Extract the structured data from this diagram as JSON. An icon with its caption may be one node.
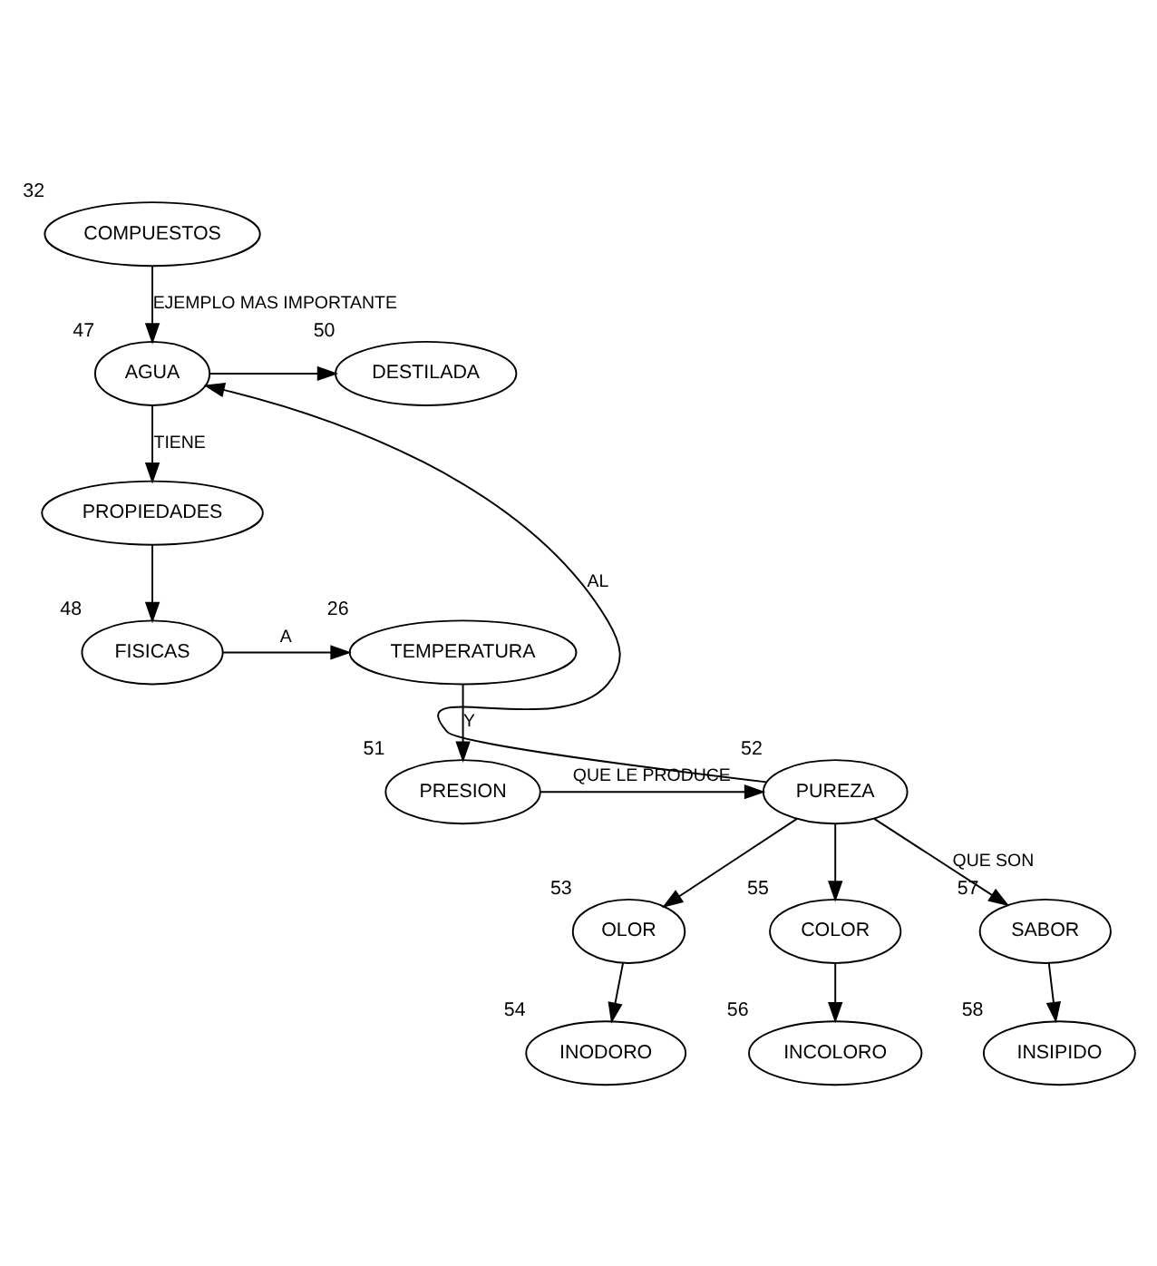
{
  "diagram": {
    "nodes": [
      {
        "text": [
          "COMPUESTOS"
        ],
        "beside": [
          "32"
        ]
      },
      {
        "text": [
          "AGUA"
        ],
        "beside": [
          "47"
        ]
      },
      {
        "text": [
          "DESTILADA"
        ],
        "beside": [
          "50"
        ]
      },
      {
        "text": [
          "PROPIEDADES"
        ]
      },
      {
        "text": [
          "FISICAS"
        ],
        "beside": [
          "48"
        ]
      },
      {
        "text": [
          "TEMPERATURA"
        ],
        "beside": [
          "26"
        ]
      },
      {
        "text": [
          "PRESION"
        ],
        "beside": [
          "51"
        ]
      },
      {
        "text": [
          "PUREZA"
        ],
        "beside": [
          "52"
        ]
      },
      {
        "text": [
          "OLOR"
        ],
        "beside": [
          "53"
        ]
      },
      {
        "text": [
          "COLOR"
        ],
        "beside": [
          "55"
        ]
      },
      {
        "text": [
          "SABOR"
        ],
        "beside": [
          "57"
        ]
      },
      {
        "text": [
          "INODORO"
        ],
        "beside": [
          "54"
        ]
      },
      {
        "text": [
          "INCOLORO"
        ],
        "beside": [
          "56"
        ]
      },
      {
        "text": [
          "INSIPIDO"
        ],
        "beside": [
          "58"
        ]
      }
    ],
    "edges": [
      {
        "from": 0,
        "to": 1,
        "arrow": "to",
        "label": "EJEMPLO MAS IMPORTANTE"
      },
      {
        "from": 1,
        "to": 2,
        "arrow": "to"
      },
      {
        "from": 1,
        "to": 3,
        "arrow": "to",
        "label": "TIENE"
      },
      {
        "from": 3,
        "to": 4,
        "arrow": "to"
      },
      {
        "from": 4,
        "to": 5,
        "arrow": "to",
        "label": "A"
      },
      {
        "from": 5,
        "to": 6,
        "arrow": "to",
        "label": "Y"
      },
      {
        "from": 6,
        "to": 7,
        "arrow": "to",
        "label": "QUE LE PRODUCE"
      },
      {
        "from": 7,
        "to": 1,
        "arrow": "to",
        "label": "AL"
      },
      {
        "from": 7,
        "to": 8,
        "arrow": "to"
      },
      {
        "from": 7,
        "to": 9,
        "arrow": "to"
      },
      {
        "from": 7,
        "to": 10,
        "arrow": "to",
        "label": "QUE SON"
      },
      {
        "from": 8,
        "to": 11,
        "arrow": "to"
      },
      {
        "from": 9,
        "to": 12,
        "arrow": "to"
      },
      {
        "from": 10,
        "to": 13,
        "arrow": "to"
      }
    ]
  }
}
